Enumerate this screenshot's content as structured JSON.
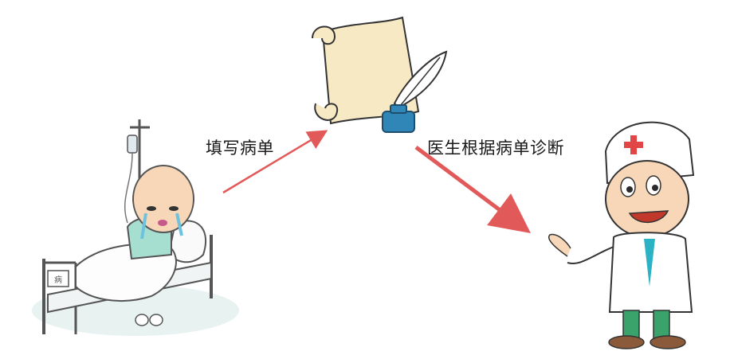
{
  "step_fill_label": "填写病单",
  "step_diagnose_label": "医生根据病单诊断",
  "bed_tag_text": "病",
  "colors": {
    "arrow": "#e2595a",
    "scroll": "#f6e9c4",
    "ink_bottle": "#2f86b7",
    "doctor_coat": "#ffffff",
    "doctor_pants": "#3aa36b",
    "cross": "#e24545",
    "patient_gown": "#a6dfcf"
  }
}
